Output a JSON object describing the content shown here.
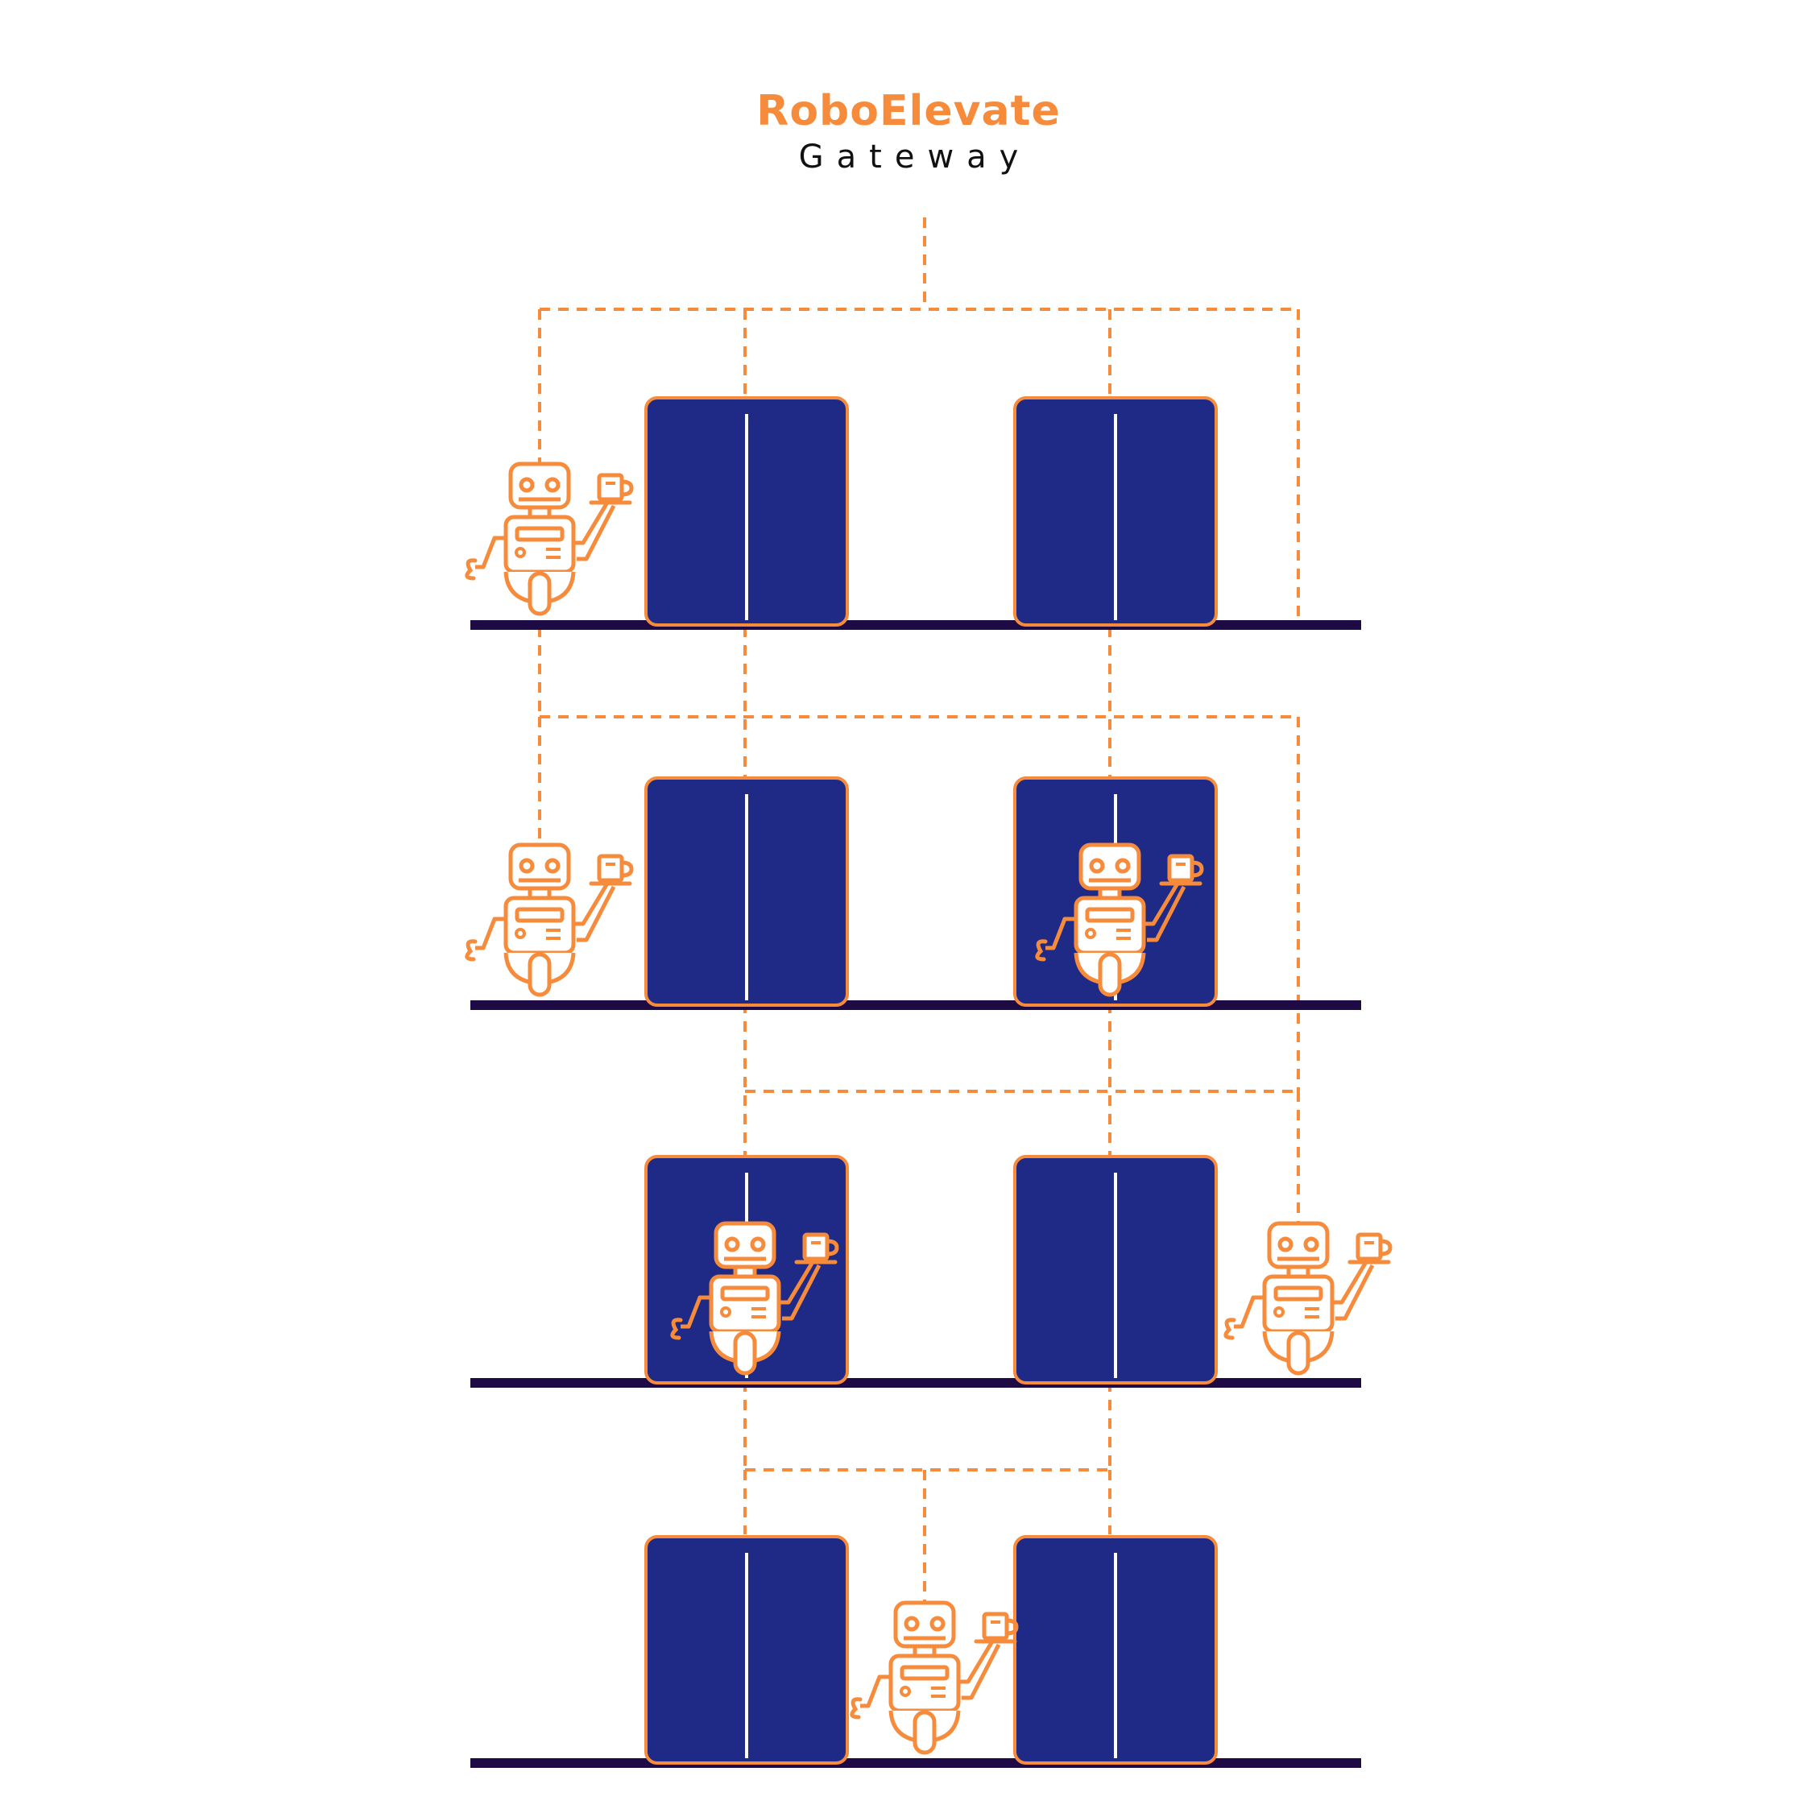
{
  "header": {
    "brand": "RoboElevate",
    "subtitle": "Gateway"
  },
  "colors": {
    "accent": "#f68b3c",
    "elevator_fill": "#1f2a86",
    "floor": "#1e0a45",
    "background": "#ffffff",
    "door_seam": "#ffffff"
  },
  "icons": {
    "robot": "robot-carrying-cup-icon",
    "elevator": "elevator-doors-icon"
  },
  "diagram": {
    "floors": 4,
    "elevators_per_floor": 2,
    "robots": 6
  }
}
